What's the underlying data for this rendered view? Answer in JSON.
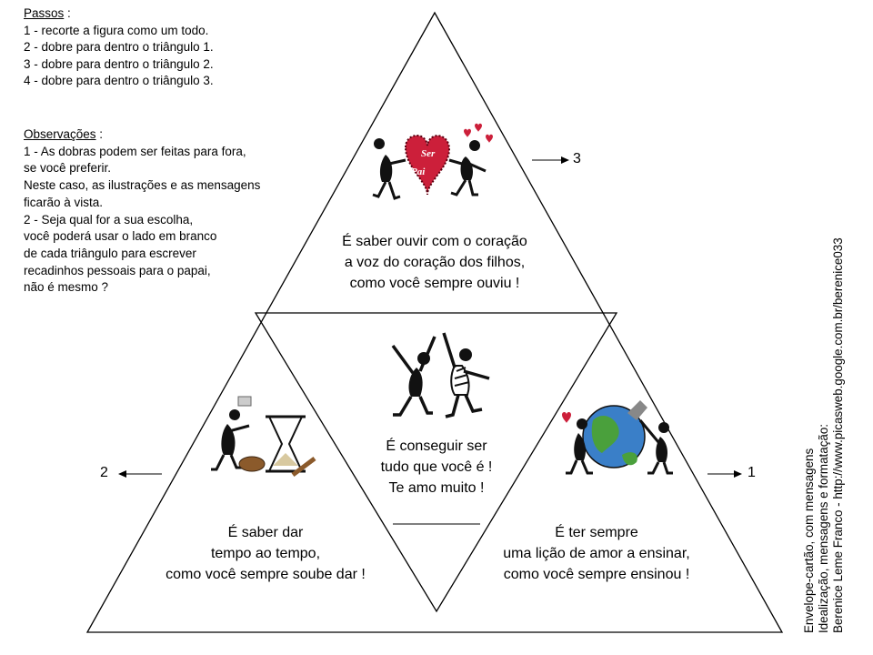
{
  "steps": {
    "title": "Passos",
    "title_suffix": " :",
    "lines": [
      "1 - recorte a figura como um todo.",
      "2 - dobre para dentro o triângulo 1.",
      "3 - dobre para dentro o triângulo 2.",
      "4 - dobre para dentro o triângulo 3."
    ]
  },
  "observations": {
    "title": "Observações",
    "title_suffix": " :",
    "lines": [
      "1 - As dobras podem ser feitas para fora,",
      "se você preferir.",
      "Neste caso, as ilustrações e as mensagens",
      "ficarão à vista.",
      "2 - Seja qual for a sua escolha,",
      "você poderá usar o lado em branco",
      "de cada triângulo para escrever",
      "recadinhos pessoais para o papai,",
      "não é mesmo ?"
    ]
  },
  "panels": {
    "top": {
      "lines": [
        "É saber ouvir com o coração",
        "a voz do coração dos filhos,",
        "como você sempre ouviu !"
      ],
      "heart_text_1": "Ser",
      "heart_text_2": "Pai"
    },
    "center": {
      "lines": [
        "É conseguir ser",
        "tudo que você é !",
        "Te amo muito !"
      ]
    },
    "left": {
      "lines": [
        "É saber dar",
        "tempo ao tempo,",
        "como você sempre soube dar !"
      ]
    },
    "right": {
      "lines": [
        "É ter sempre",
        "uma lição de amor a ensinar,",
        "como você sempre ensinou !"
      ]
    }
  },
  "fold_labels": {
    "top": "3",
    "left": "2",
    "right": "1"
  },
  "credits": [
    "Envelope-cartão, com mensagens",
    "Idealização, mensagens e formatação:",
    "Berenice Leme Franco - http://www.picasweb.google.com.br/berenice033"
  ],
  "colors": {
    "heart": "#cc1f3a",
    "earth_water": "#3a7fc8",
    "earth_land": "#4aa03c",
    "wood": "#8b5a2b"
  }
}
